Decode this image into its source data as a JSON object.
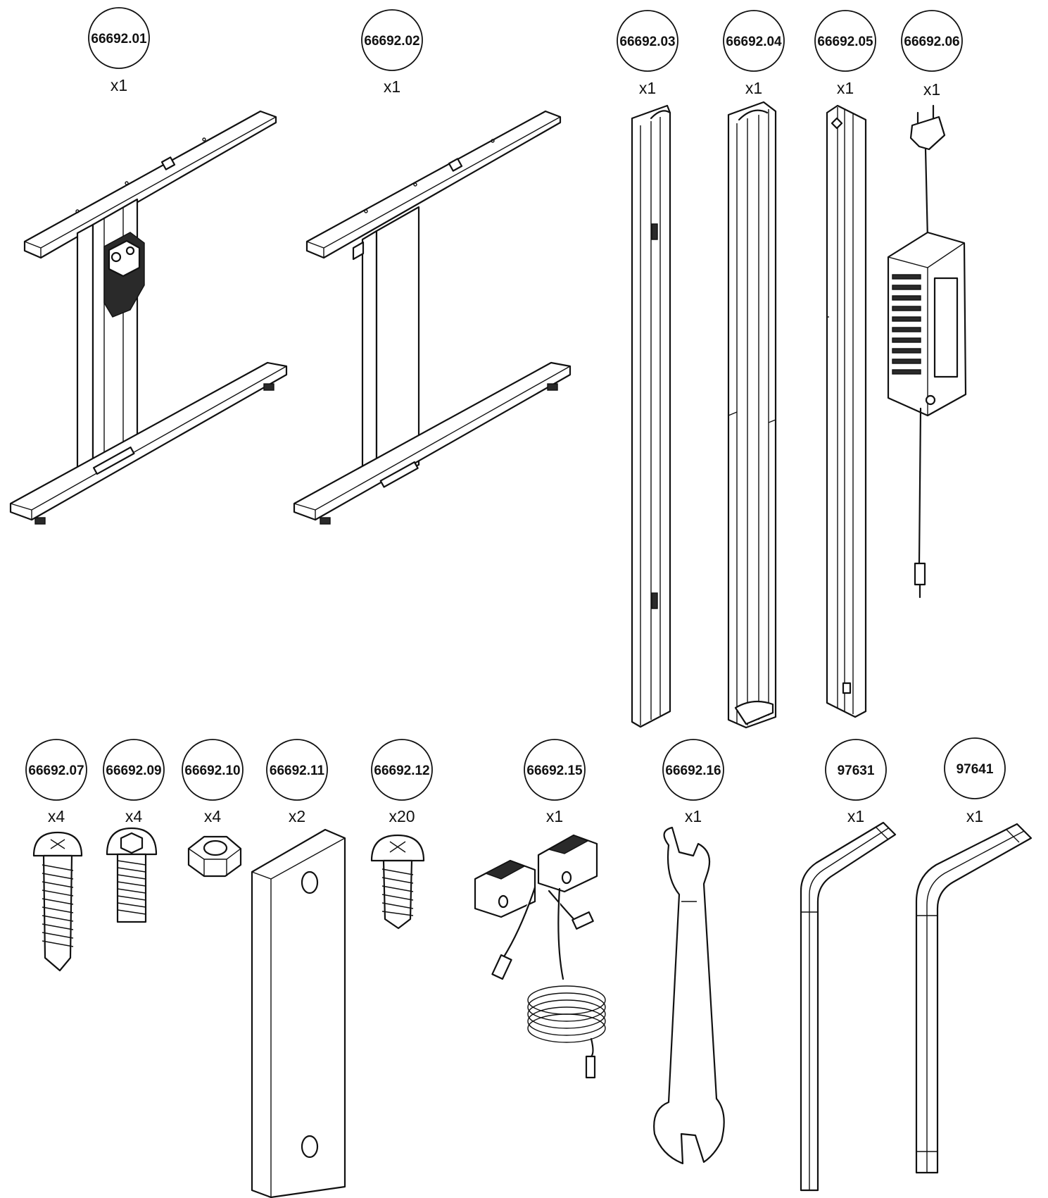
{
  "parts": [
    {
      "id": "66692.01",
      "qty": "x1",
      "icon": "table-leg-with-motor"
    },
    {
      "id": "66692.02",
      "qty": "x1",
      "icon": "table-leg"
    },
    {
      "id": "66692.03",
      "qty": "x1",
      "icon": "column-profile"
    },
    {
      "id": "66692.04",
      "qty": "x1",
      "icon": "cover-profile"
    },
    {
      "id": "66692.05",
      "qty": "x1",
      "icon": "rail-profile"
    },
    {
      "id": "66692.06",
      "qty": "x1",
      "icon": "power-supply"
    },
    {
      "id": "66692.07",
      "qty": "x4",
      "icon": "long-screw"
    },
    {
      "id": "66692.09",
      "qty": "x4",
      "icon": "hex-socket-bolt"
    },
    {
      "id": "66692.10",
      "qty": "x4",
      "icon": "hex-nut"
    },
    {
      "id": "66692.11",
      "qty": "x2",
      "icon": "connector-plate"
    },
    {
      "id": "66692.12",
      "qty": "x20",
      "icon": "short-screw"
    },
    {
      "id": "66692.15",
      "qty": "x1",
      "icon": "control-switch"
    },
    {
      "id": "66692.16",
      "qty": "x1",
      "icon": "wrench"
    },
    {
      "id": "97631",
      "qty": "x1",
      "icon": "allen-key-small"
    },
    {
      "id": "97641",
      "qty": "x1",
      "icon": "allen-key-large"
    }
  ]
}
